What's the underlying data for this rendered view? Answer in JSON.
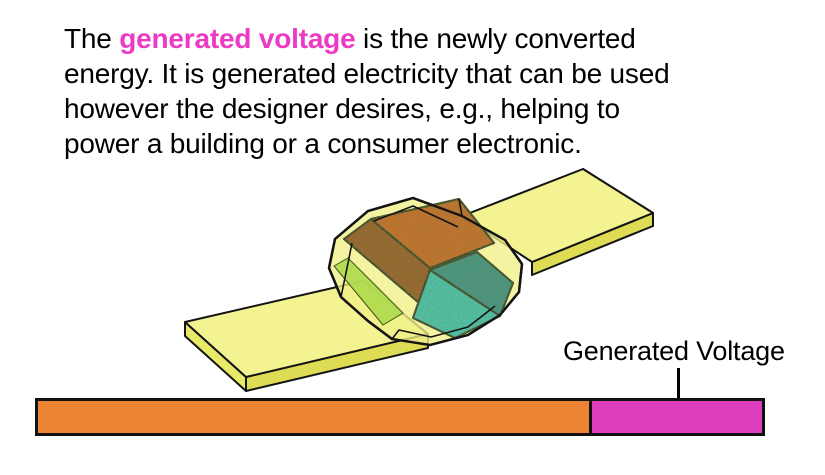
{
  "paragraph": {
    "segment_before": "The ",
    "highlight_term": "generated voltage",
    "segment_after": " is the newly converted\nenergy. It is generated electricity that can be used\nhowever the designer desires, e.g., helping to\npower a building or a consumer electronic.",
    "highlight_color": "#ec3ac5",
    "text_color": "#000000"
  },
  "illustration": {
    "description": "translucent yellow energy-harvester device with two flat beams and a central shell holding an orange (hot) block and a cyan (cool) block",
    "colors": {
      "beam_top": "#f3f392",
      "beam_side": "#e9e968",
      "beam_front": "#dedc55",
      "shell_yellow": "#f0f086",
      "hot_orange": "#dd6a14",
      "hot_dark": "#a8521a",
      "cool_teal": "#2b9e95",
      "cool_cyan": "#38d7c1",
      "accent_green": "#aed94e",
      "outline": "#141414"
    }
  },
  "voltage_label": {
    "text": "Generated Voltage",
    "color": "#000000"
  },
  "bar": {
    "border_color": "#111111",
    "segments": [
      {
        "name": "orange-segment",
        "color": "#ed8433",
        "fraction": 0.765
      },
      {
        "name": "generated-voltage-segment",
        "color": "#dc3ebd",
        "fraction": 0.235
      }
    ],
    "marker_color": "#000000"
  }
}
